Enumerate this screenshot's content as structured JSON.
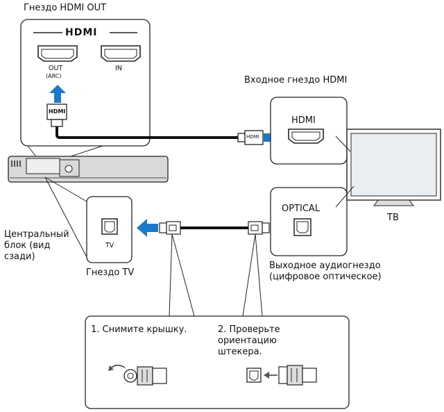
{
  "labels": {
    "hdmi_out_title": "Гнездо HDMI OUT",
    "hdmi_logo": "HDMI",
    "port_out": "OUT",
    "port_arc": "(ARC)",
    "port_in": "IN",
    "hdmi_plug_left": "HDMI",
    "hdmi_plug_right": "HDMI",
    "input_hdmi_title": "Входное гнездо HDMI",
    "tv_hdmi_label": "HDMI",
    "optical_label": "OPTICAL",
    "tv_label": "ТВ",
    "center_unit": "Центральный\nблок (вид\nсзади)",
    "tv_port_label": "TV",
    "tv_jack_title": "Гнездо TV",
    "audio_out_title": "Выходное аудиогнездо\n(цифровое оптическое)",
    "step1": "1.  Снимите крышку.",
    "step2": "2.  Проверьте\n     ориентацию\n     штекера."
  },
  "colors": {
    "arrow_blue": "#1e78c8",
    "line": "#222222",
    "device_gray": "#d9d9d9",
    "tv_screen": "#e9eef2"
  }
}
